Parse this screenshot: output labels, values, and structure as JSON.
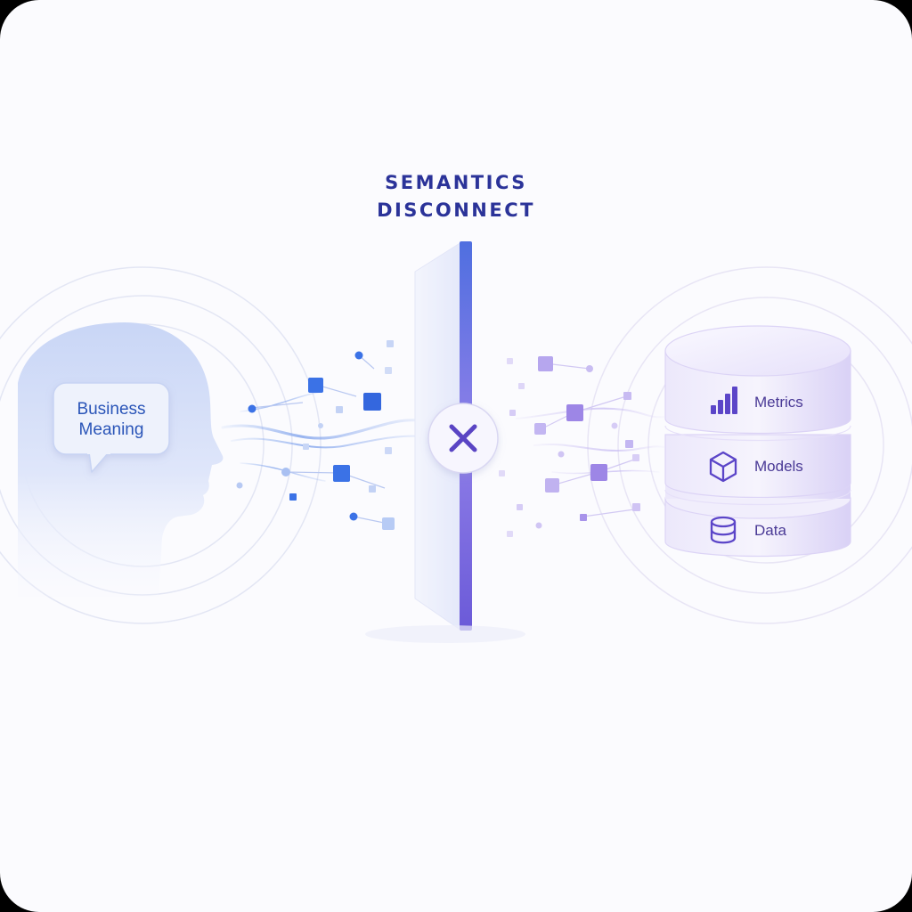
{
  "title": {
    "line1": "SEMANTICS",
    "line2": "DISCONNECT"
  },
  "human": {
    "bubble_line1": "Business",
    "bubble_line2": "Meaning"
  },
  "barrier": {
    "icon": "close-icon"
  },
  "data_stack": {
    "layers": [
      {
        "label": "Metrics",
        "icon": "bar-chart-icon"
      },
      {
        "label": "Models",
        "icon": "cube-icon"
      },
      {
        "label": "Data",
        "icon": "database-icon"
      }
    ]
  },
  "colors": {
    "title": "#2b3399",
    "blue_accent": "#3b6fe0",
    "purple_accent": "#7a5fd6",
    "barrier_edge": "#5b63d8"
  }
}
